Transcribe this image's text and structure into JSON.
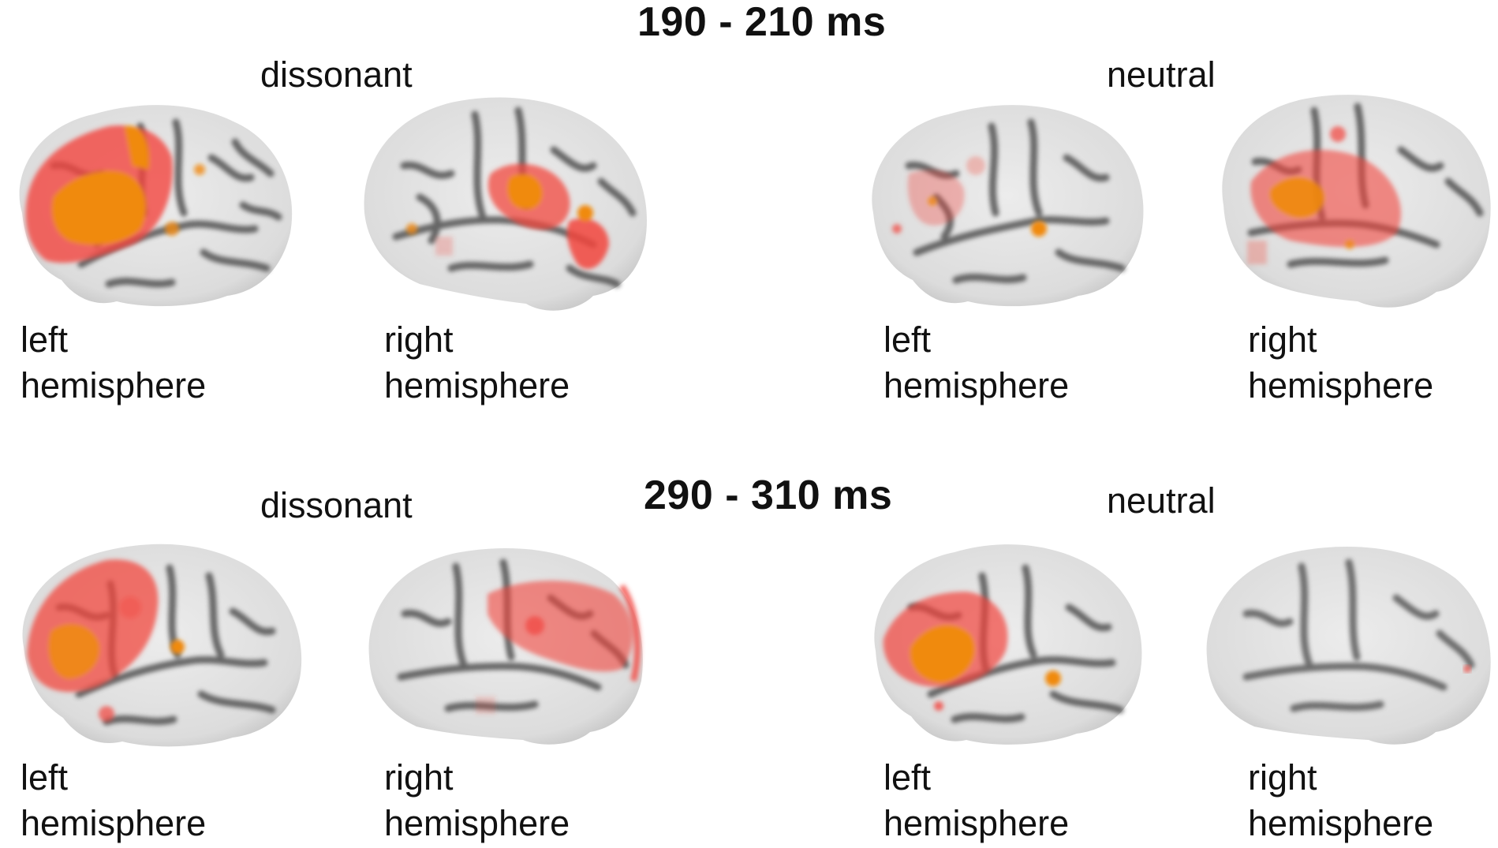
{
  "figure": {
    "colors": {
      "background": "#ffffff",
      "cortex_gyri": "#e8e8e8",
      "cortex_sulci": "#4f4f4f",
      "activation_low": "#f2453d",
      "activation_high": "#f08a10",
      "text": "#111111"
    },
    "panels": [
      {
        "time_window": "190 - 210 ms",
        "conditions": [
          {
            "name": "dissonant",
            "hemispheres": [
              {
                "label_line1": "left",
                "label_line2": "hemisphere",
                "activation": "strong frontal/inferior frontal (orange + red)"
              },
              {
                "label_line1": "right",
                "label_line2": "hemisphere",
                "activation": "moderate central/temporal (orange + red)"
              }
            ]
          },
          {
            "name": "neutral",
            "hemispheres": [
              {
                "label_line1": "left",
                "label_line2": "hemisphere",
                "activation": "weak scattered (light red, small orange spot)"
              },
              {
                "label_line1": "right",
                "label_line2": "hemisphere",
                "activation": "moderate central (orange + red)"
              }
            ]
          }
        ]
      },
      {
        "time_window": "290 - 310 ms",
        "conditions": [
          {
            "name": "dissonant",
            "hemispheres": [
              {
                "label_line1": "left",
                "label_line2": "hemisphere",
                "activation": "frontal red with orange inferior frontal"
              },
              {
                "label_line1": "right",
                "label_line2": "hemisphere",
                "activation": "red frontal/central"
              }
            ]
          },
          {
            "name": "neutral",
            "hemispheres": [
              {
                "label_line1": "left",
                "label_line2": "hemisphere",
                "activation": "inferior frontal orange + red"
              },
              {
                "label_line1": "right",
                "label_line2": "hemisphere",
                "activation": "almost none"
              }
            ]
          }
        ]
      }
    ]
  }
}
